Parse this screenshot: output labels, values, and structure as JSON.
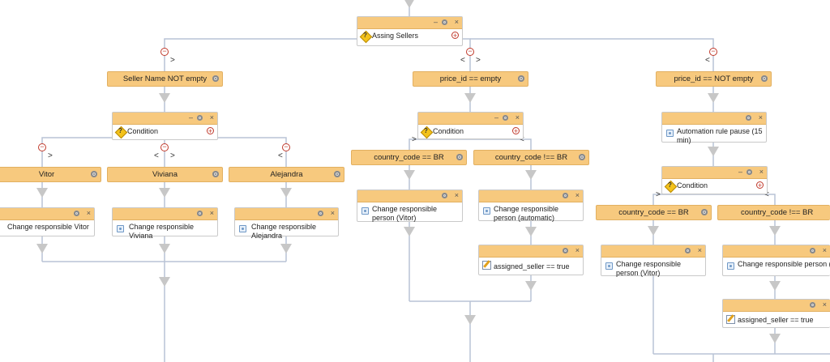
{
  "icons": {
    "condition": "condition-diamond-icon",
    "action": "action-icon",
    "edit": "edit-icon"
  },
  "controls": {
    "minimize": "–",
    "close": "×",
    "add": "+",
    "collapse": "−",
    "chevron_right": ">",
    "chevron_left": "<"
  },
  "root": {
    "label": "Assing Sellers"
  },
  "branches": {
    "left": {
      "filter": "Seller Name NOT empty",
      "condition": "Condition",
      "sub": [
        {
          "filter": "Vitor",
          "action": "Change responsible Vitor"
        },
        {
          "filter": "Viviana",
          "action": "Change responsible Viviana"
        },
        {
          "filter": "Alejandra",
          "action": "Change responsible Alejandra"
        }
      ]
    },
    "middle": {
      "filter": "price_id == empty",
      "condition": "Condition",
      "sub": [
        {
          "filter": "country_code == BR",
          "action": "Change responsible person (Vitor)"
        },
        {
          "filter": "country_code !== BR",
          "action": "Change responsible person (automatic)",
          "action2": "assigned_seller == true"
        }
      ]
    },
    "right": {
      "filter": "price_id == NOT empty",
      "pause": "Automation rule pause (15 min)",
      "condition": "Condition",
      "sub": [
        {
          "filter": "country_code == BR",
          "action": "Change responsible person (Vitor)"
        },
        {
          "filter": "country_code !== BR",
          "action": "Change responsible person (automatic)",
          "action2": "assigned_seller == true"
        }
      ]
    }
  }
}
